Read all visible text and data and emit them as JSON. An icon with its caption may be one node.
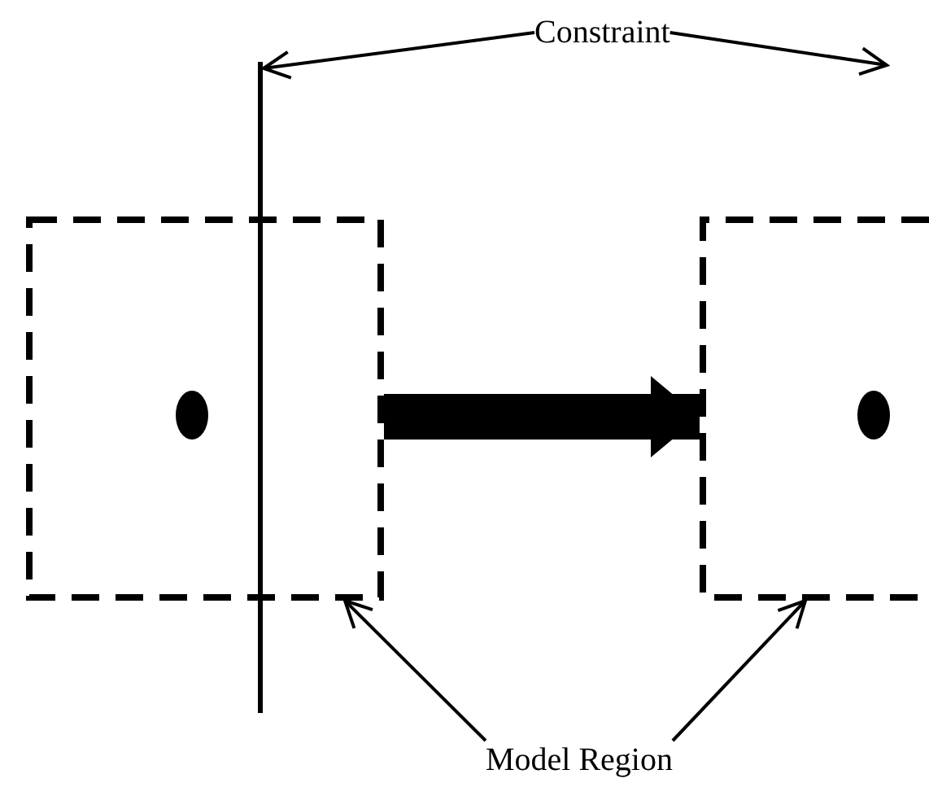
{
  "diagram": {
    "nodes": [
      {
        "text": [
          "Constraint"
        ]
      },
      {
        "text": [],
        "shape": "bar"
      },
      {
        "text": [],
        "shape": "box"
      },
      {
        "text": [],
        "shape": "box"
      },
      {
        "text": [
          "Model Region"
        ]
      }
    ],
    "edges": [
      {
        "from": 0,
        "to": 1,
        "arrow": "to"
      },
      {
        "from": 0,
        "to": null,
        "arrow": "to"
      },
      {
        "from": 2,
        "to": 3,
        "arrow": "to",
        "style": "thick"
      },
      {
        "from": 4,
        "to": 2,
        "arrow": "to"
      },
      {
        "from": 4,
        "to": 3,
        "arrow": "to"
      }
    ]
  }
}
